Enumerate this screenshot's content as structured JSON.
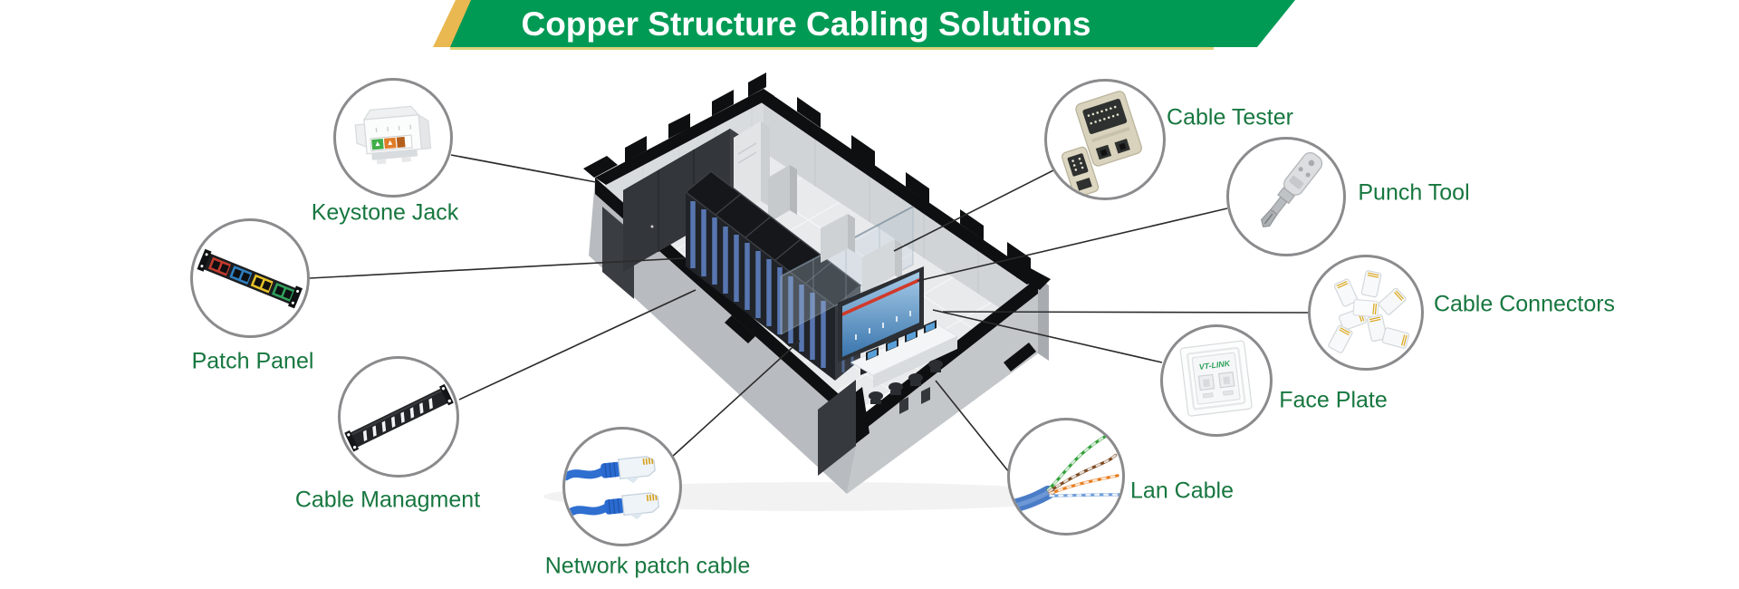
{
  "banner": {
    "title": "Copper Structure Cabling Solutions"
  },
  "colors": {
    "banner_green": "#009a55",
    "banner_gold": "#e9b850",
    "banner_underline": "#ddd37b",
    "banner_text": "#ffffff",
    "label_green": "#17773f",
    "circle_ring": "#8b8b8e",
    "leader_line": "#2b2b2b"
  },
  "items": [
    {
      "id": "keystone-jack",
      "label": "Keystone Jack"
    },
    {
      "id": "patch-panel",
      "label": "Patch Panel"
    },
    {
      "id": "cable-management",
      "label": "Cable Managment"
    },
    {
      "id": "network-patch-cable",
      "label": "Network patch cable"
    },
    {
      "id": "cable-tester",
      "label": "Cable Tester"
    },
    {
      "id": "punch-tool",
      "label": "Punch Tool"
    },
    {
      "id": "cable-connectors",
      "label": "Cable Connectors"
    },
    {
      "id": "face-plate",
      "label": "Face Plate"
    },
    {
      "id": "lan-cable",
      "label": "Lan Cable"
    }
  ],
  "scene": {
    "faceplate_brand": "VT-LINK"
  }
}
